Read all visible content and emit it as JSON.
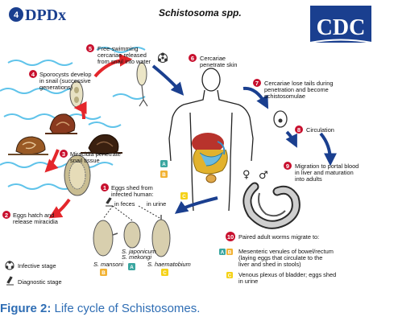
{
  "header": {
    "dpdx_logo": "DPDx",
    "title": "Schistosoma spp.",
    "cdc_logo": "CDC"
  },
  "steps": [
    {
      "n": "1",
      "text": [
        "Eggs shed from",
        "infected human:"
      ]
    },
    {
      "n": "2",
      "text": [
        "Eggs hatch and",
        "release miracidia"
      ]
    },
    {
      "n": "3",
      "text": [
        "Miracidia penetrate",
        "snail tissue"
      ]
    },
    {
      "n": "4",
      "text": [
        "Sporocysts develop",
        "in snail (successive",
        "generations)"
      ]
    },
    {
      "n": "5",
      "text": [
        "Free-swimming",
        "cercariae released",
        "from snail into water"
      ]
    },
    {
      "n": "6",
      "text": [
        "Cercariae",
        "penetrate skin"
      ]
    },
    {
      "n": "7",
      "text": [
        "Cercariae lose tails during",
        "penetration and become",
        "schistosomulae"
      ]
    },
    {
      "n": "8",
      "text": [
        "Circulation"
      ]
    },
    {
      "n": "9",
      "text": [
        "Migration to portal blood",
        "in liver and maturation",
        "into adults"
      ]
    },
    {
      "n": "10",
      "text": [
        "Paired adult worms migrate to:"
      ]
    }
  ],
  "destinations": [
    {
      "badges": [
        "A",
        "B"
      ],
      "text": [
        "Mesenteric venules of bowel/rectum",
        "(laying eggs that circulate to the",
        "liver and shed in stools)"
      ]
    },
    {
      "badges": [
        "C"
      ],
      "text": [
        "Venous plexus of bladder; eggs shed",
        "in urine"
      ]
    }
  ],
  "egg_labels": {
    "in_feces": "in feces",
    "in_urine": "in urine",
    "s_mansoni": "S. mansoni",
    "s_japonicum": "S. japonicum",
    "s_mekongi": "S. mekongi",
    "s_haematobium": "S. haematobium"
  },
  "sex_symbols": {
    "female": "♀",
    "male": "♂"
  },
  "legend": {
    "infective": "Infective stage",
    "diagnostic": "Diagnostic stage"
  },
  "badge_colors": {
    "A": "#3aa6a0",
    "B": "#f2b233",
    "C": "#f5d218"
  },
  "figure_caption": {
    "label": "Figure 2:",
    "text": " Life cycle of Schistosomes."
  }
}
